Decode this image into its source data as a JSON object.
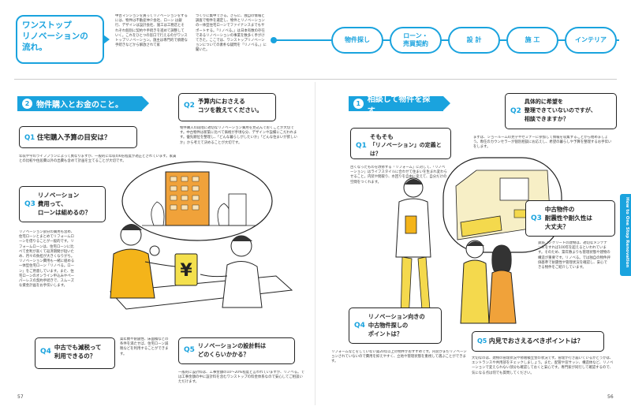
{
  "top": {
    "title_line1": "ワンストップ",
    "title_line2": "リノベーションの",
    "title_line3": "流れ。",
    "intro_col1": "中古マンションを買ってリノベーションをするには、物件は不動産仲介会社、ローン は銀行、デザインは設計会社、施工は工務店とそれぞれ個別に契約や手続きを進めて調整していく。これをひとつの窓口で行えるのがワンストップリノベーション。施主は専門的で煩雑な手続きなどから解放されて家",
    "intro_col2": "づくりに集中できる。さらに、独自の情報と調査で物件を選定し、物件とリノベーションの一体型住宅ローンでファイナンスまでもサポートする。「リノベる。」は日本有数の存在であるリノベーションの事業を数多く手がけてきた。ここでは、ワンストップリノベーションについての素朴な疑問を「リノベる。」に聞いた。",
    "steps": [
      "物件探し",
      "ローン・\n売買契約",
      "設 計",
      "施 工",
      "インテリア"
    ]
  },
  "left": {
    "section_num": "2",
    "section_title": "物件購入とお金のこと。",
    "q1_tag": "Q1",
    "q1_text": "住宅購入予算の目安は？",
    "q1_answer": "年収や今のライフプランによって異なりますが、一般的に年収の6倍程度が適正とされています。家賃との比較や住居費以外の出費も含めて計画を立てることが大切です。",
    "q2_tag": "Q2",
    "q2_text1": "予算内におさえる",
    "q2_text2": "コツを教えてください。",
    "q2_answer": "物件購入の段階に適切なリノベーション費用を見込んでおくことが大切です。中古物件は新築に比べて価格が手頃な分、デザインや設備にこだわれます。優先順位を整理し、「どんな暮らしがしたいか」「どんな住まいが欲しいか」から考えて決めることが大切です。",
    "q3_tag": "Q3",
    "q3_text1": "リノベーション",
    "q3_text2": "費用って、",
    "q3_text3": "ローンは組めるの？",
    "q3_answer": "リノベーション部分の費用も含め、住宅ローンとまとめてリフォームローンを借りることが一般的です。リフォームローンは、住宅ローンに比べて金利が高くて返済期間が短いため、月々の負担が大きくなりがち。リノベーション費用も一緒に組める一体型住宅ローン「リノベる。ローン」をご用意しています。また、住宅ローンのオンライン申込みやペーパーレスの契約手続きで、スムーズな資金計画をお手伝いします。",
    "q4_tag": "Q4",
    "q4_text1": "中古でも減税って",
    "q4_text2": "利用できるの？",
    "q4_answer": "築年数や耐震性、床面積などの条件を満たせば、住宅ローン減税などを利用することができます。",
    "q5_tag": "Q5",
    "q5_text1": "リノベーションの設計料は",
    "q5_text2": "どのくらいかかる？",
    "q5_answer": "一般的に設計料は、工事金額の10〜20%程度と言われていますが、リノベる。では工事金額の中に設計料を含むワンストップの料金体系なので安心してご相談いただけます。",
    "page_num": "57"
  },
  "right": {
    "section_num": "1",
    "section_title": "相談して物件を探す。",
    "q1_tag": "Q1",
    "q1_text1": "そもそも",
    "q1_text2": "「リノベーション」の定義とは？",
    "q1_answer": "古くなったものを改修する「リフォーム」に対して、「リノベーション」はライフスタイルに合わせて住まいを生まれ変わらせること。内装や間取り、水回りを自由に変えて、自分だけの空間をつくれます。",
    "q2_tag": "Q2",
    "q2_text1": "具体的に希望を",
    "q2_text2": "整理できていないのですが、",
    "q2_text3": "相談できますか？",
    "q2_answer": "まずは、ショールームの見学やセミナーに参加して情報を収集することから始めましょう。専任のカウンセラーが個別相談にお応えし、希望の暮らしや予算を整理するお手伝いをします。",
    "q3_tag": "Q3",
    "q3_text1": "中古物件の",
    "q3_text2": "耐震性や耐久性は",
    "q3_text3": "大丈夫？",
    "q3_answer": "鉄筋コンクリートの建物は、適切なメンテナンスをすれば100年を超えるといわれています。そのため、築年数よりも管理状態や建物の構造が重要です。リノベる。では独自の物件評価基準で耐震性や管理状況を確認し、安心できる物件をご紹介しています。",
    "q4_tag": "Q4",
    "q4_text1": "リノベーション向きの",
    "q4_text2": "中古物件探しの",
    "q4_text3": "ポイントは？",
    "q4_answer": "リフォームなどをしていない築20年以上の物件がおすすめです。内装がまだリノベーションされていないので費用を抑えやすく、立地や管理状態を重視して選ぶことができます。",
    "q5_tag": "Q5",
    "q5_text": "内見でおさえるべきポイントは？",
    "q5_answer": "大切なのは、建物の管理状況や修繕積立金の状況です。管理が行き届いているかどうかは、エントランスや共用部をチェックしましょう。また、配管や窓サッシ、構造体など、リノベーションで変えられない部分も確認しておくと安心です。専門家が同行して確認するので、気になる点は何でも質問してください。",
    "side_label": "How to One Stop Renovation",
    "page_num": "56"
  },
  "colors": {
    "accent": "#1aa3de",
    "ink": "#222222"
  }
}
